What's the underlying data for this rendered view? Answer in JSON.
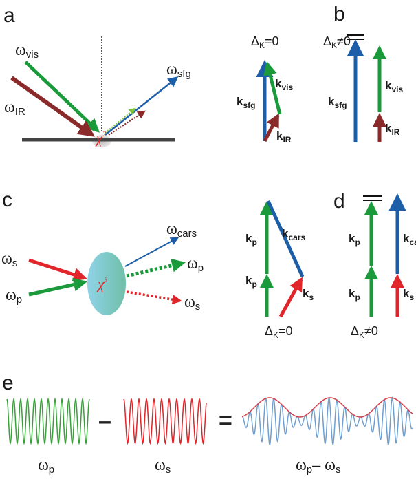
{
  "panels": [
    "a",
    "b",
    "c",
    "d",
    "e"
  ],
  "colors": {
    "green": "#1a9a3a",
    "red": "#e0262a",
    "blue": "#1c5ea8",
    "darkred": "#8b2a2a",
    "lightgreen": "#7cc23a",
    "envelope": "#d0404a",
    "beat": "#6f9fd0"
  },
  "a": {
    "omega": "ω",
    "vis": "vis",
    "ir": "IR",
    "sfg": "sfg",
    "chi": "χ",
    "chi_exp": "2"
  },
  "b": {
    "delta": "Δ",
    "K": "K",
    "eq": "=0",
    "neq": "≠0",
    "k": "k",
    "sfg": "sfg",
    "vis": "vis",
    "ir": "IR"
  },
  "c": {
    "omega": "ω",
    "s": "s",
    "p": "p",
    "cars": "cars",
    "chi": "χ",
    "chi_exp": "3"
  },
  "d": {
    "delta": "Δ",
    "K": "K",
    "eq": "=0",
    "neq": "≠0",
    "k": "k",
    "p": "p",
    "s": "s",
    "cars": "cars"
  },
  "e": {
    "omega": "ω",
    "p": "p",
    "s": "s",
    "minus": "–",
    "equals": "=",
    "diff_minus": "– "
  }
}
